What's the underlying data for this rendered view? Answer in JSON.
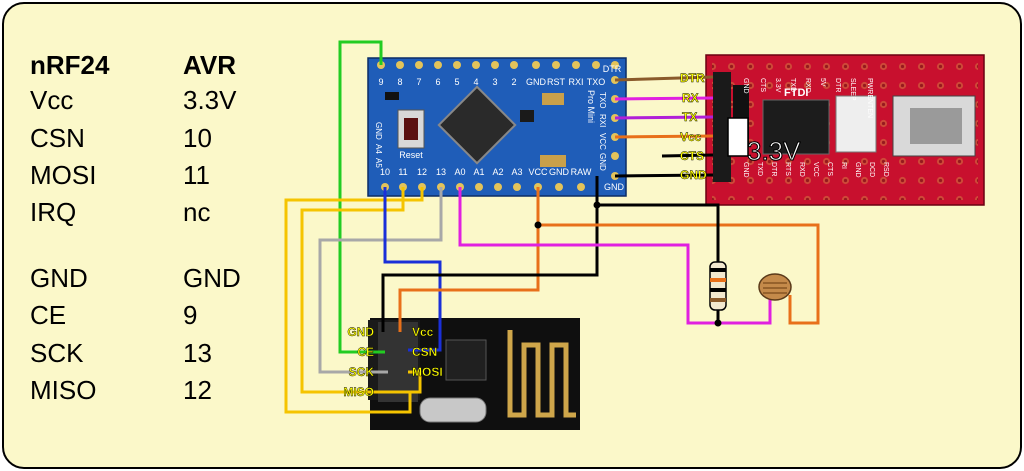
{
  "pin_table": {
    "header": [
      "nRF24",
      "AVR"
    ],
    "rows": [
      [
        "Vcc",
        "3.3V"
      ],
      [
        "CSN",
        "10"
      ],
      [
        "MOSI",
        "11"
      ],
      [
        "IRQ",
        "nc"
      ],
      [
        "",
        ""
      ],
      [
        "GND",
        "GND"
      ],
      [
        "CE",
        "9"
      ],
      [
        "SCK",
        "13"
      ],
      [
        "MISO",
        "12"
      ]
    ]
  },
  "pro_mini": {
    "top_pins": [
      "9",
      "8",
      "7",
      "6",
      "5",
      "4",
      "3",
      "2",
      "GND",
      "RST",
      "RXI",
      "TXO",
      "DTR"
    ],
    "bottom_pins": [
      "10",
      "11",
      "12",
      "13",
      "A0",
      "A1",
      "A2",
      "A3",
      "VCC",
      "GND",
      "RAW"
    ],
    "side_labels": [
      "GND",
      "A4",
      "A5"
    ],
    "reset_label": "Reset",
    "board_text": "Pro Mini",
    "right_edge_labels": [
      "TXO",
      "RXI",
      "VCC",
      "GND"
    ],
    "gnd_label": "GND"
  },
  "ftdi": {
    "connector_labels": [
      "DTR",
      "RX",
      "TX",
      "Vcc",
      "CTS",
      "GND"
    ],
    "voltage_label": "3.3V",
    "top_labels": [
      "GND",
      "CTS",
      "3.3V",
      "TXD",
      "RXD",
      "5V",
      "DTR",
      "PWRENTEN",
      "SLEEP"
    ],
    "bottom_labels": [
      "GND",
      "TXD",
      "DTR",
      "RTS",
      "RXD",
      "VCC",
      "CTS",
      "RI",
      "GND",
      "DCD",
      "RSD"
    ],
    "logo": "FTDI"
  },
  "nrf24": {
    "left_labels": [
      "GND",
      "CE",
      "SCK",
      "MISO"
    ],
    "right_labels": [
      "Vcc",
      "CSN",
      "MOSI"
    ]
  },
  "colors": {
    "background": "#fbf8c9",
    "board_blue": "#1f5db8",
    "ftdi_red": "#c8102e",
    "label_yellow": "#ffff00",
    "wire_green": "#22cc22",
    "wire_yellow": "#f5c400",
    "wire_blue": "#1a2fd8",
    "wire_gray": "#a8a8a8",
    "wire_orange": "#e8701a",
    "wire_black": "#000000",
    "wire_magenta": "#e020e0",
    "wire_brown": "#8a5a2b"
  },
  "components": [
    "resistor",
    "photoresistor",
    "crystal",
    "antenna"
  ]
}
